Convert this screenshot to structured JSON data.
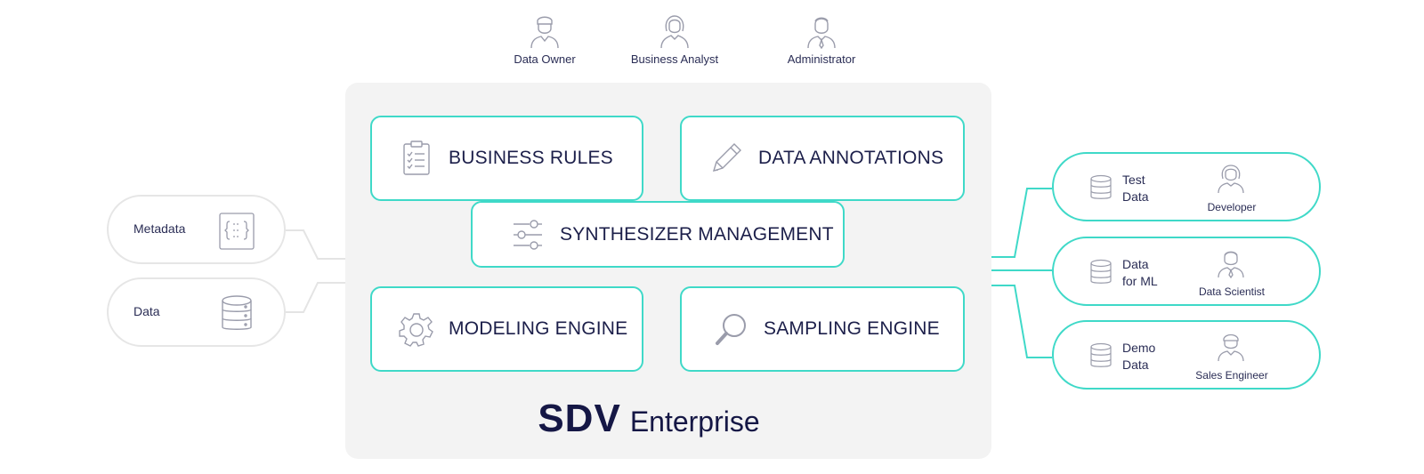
{
  "roles": [
    {
      "label": "Data Owner",
      "icon": "user-icon"
    },
    {
      "label": "Business Analyst",
      "icon": "user-female-icon"
    },
    {
      "label": "Administrator",
      "icon": "user-tie-icon"
    }
  ],
  "modules": {
    "business_rules": {
      "label": "BUSINESS RULES",
      "icon": "clipboard-checklist-icon"
    },
    "data_annotations": {
      "label": "DATA ANNOTATIONS",
      "icon": "pencil-icon"
    },
    "synthesizer_management": {
      "label": "SYNTHESIZER MANAGEMENT",
      "icon": "sliders-icon"
    },
    "modeling_engine": {
      "label": "MODELING ENGINE",
      "icon": "gear-icon"
    },
    "sampling_engine": {
      "label": "SAMPLING ENGINE",
      "icon": "magnifier-icon"
    }
  },
  "brand": {
    "strong": "SDV",
    "light": "Enterprise"
  },
  "inputs": [
    {
      "label": "Metadata",
      "icon": "json-braces-icon"
    },
    {
      "label": "Data",
      "icon": "database-icon"
    }
  ],
  "outputs": [
    {
      "line1": "Test",
      "line2": "Data",
      "person": "Developer",
      "icon": "database-icon"
    },
    {
      "line1": "Data",
      "line2": "for ML",
      "person": "Data Scientist",
      "icon": "database-icon"
    },
    {
      "line1": "Demo",
      "line2": "Data",
      "person": "Sales Engineer",
      "icon": "database-icon"
    }
  ],
  "colors": {
    "accent": "#3fd9c8",
    "text": "#1c1f4a",
    "panel": "#f3f3f3",
    "muted": "#e6e6e6"
  }
}
